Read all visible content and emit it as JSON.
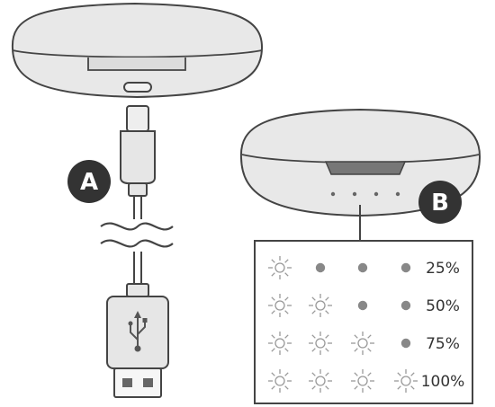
{
  "badges": {
    "a": "A",
    "b": "B"
  },
  "battery_legend": {
    "rows": [
      {
        "label": "25%",
        "lit": 1
      },
      {
        "label": "50%",
        "lit": 2
      },
      {
        "label": "75%",
        "lit": 3
      },
      {
        "label": "100%",
        "lit": 4
      }
    ],
    "total_leds": 4
  },
  "icons": {
    "usb": "usb-symbol-icon",
    "led_on": "led-lit-icon",
    "led_off": "led-off-dot-icon"
  },
  "colors": {
    "case_fill": "#e8e8e8",
    "outline": "#444444",
    "badge": "#333333",
    "led_off": "#888888",
    "led_on_stroke": "#999999"
  }
}
